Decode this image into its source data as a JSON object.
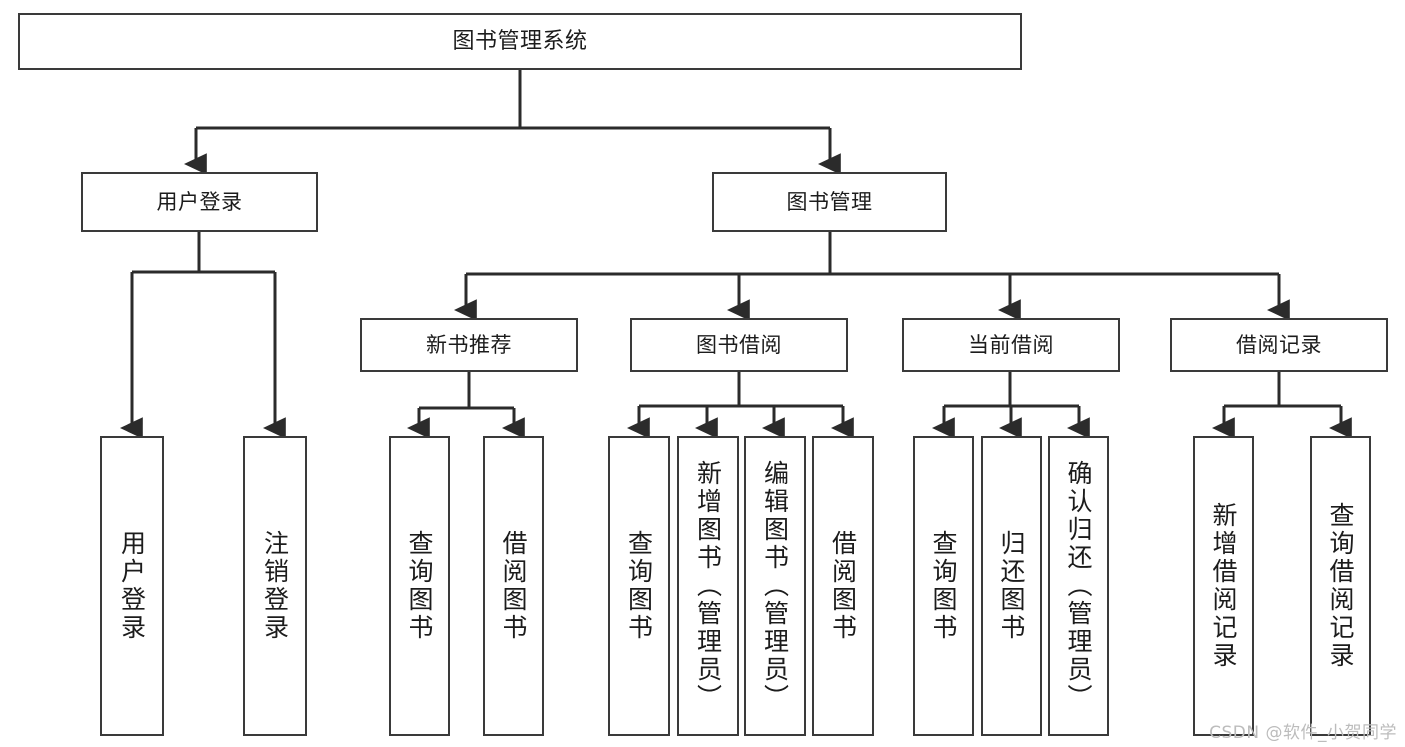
{
  "diagram": {
    "title": "图书管理系统",
    "type": "tree",
    "watermark": "CSDN @软件_小贺同学",
    "colors": {
      "box_border": "#3a3a3a",
      "box_fill": "#ffffff",
      "edge": "#2b2b2b",
      "text": "#1c1c1c",
      "watermark": "#bcbcbc"
    },
    "nodes": {
      "root": {
        "label": "图书管理系统"
      },
      "level2": [
        {
          "id": "user-login",
          "label": "用户登录"
        },
        {
          "id": "book-manage",
          "label": "图书管理"
        }
      ],
      "level3": [
        {
          "id": "new-book-recommend",
          "label": "新书推荐"
        },
        {
          "id": "book-borrow",
          "label": "图书借阅"
        },
        {
          "id": "current-borrow",
          "label": "当前借阅"
        },
        {
          "id": "borrow-record",
          "label": "借阅记录"
        }
      ],
      "leaves": {
        "user-login": [
          {
            "id": "leaf-user-login",
            "label": "用户登录"
          },
          {
            "id": "leaf-logout",
            "label": "注销登录"
          }
        ],
        "new-book-recommend": [
          {
            "id": "leaf-query-book-1",
            "label": "查询图书"
          },
          {
            "id": "leaf-borrow-book-1",
            "label": "借阅图书"
          }
        ],
        "book-borrow": [
          {
            "id": "leaf-query-book-2",
            "label": "查询图书"
          },
          {
            "id": "leaf-add-book",
            "label": "新增图书（管理员）"
          },
          {
            "id": "leaf-edit-book",
            "label": "编辑图书（管理员）"
          },
          {
            "id": "leaf-borrow-book-2",
            "label": "借阅图书"
          }
        ],
        "current-borrow": [
          {
            "id": "leaf-query-book-3",
            "label": "查询图书"
          },
          {
            "id": "leaf-return-book",
            "label": "归还图书"
          },
          {
            "id": "leaf-confirm-return",
            "label": "确认归还（管理员）"
          }
        ],
        "borrow-record": [
          {
            "id": "leaf-add-record",
            "label": "新增借阅记录"
          },
          {
            "id": "leaf-query-record",
            "label": "查询借阅记录"
          }
        ]
      }
    }
  }
}
